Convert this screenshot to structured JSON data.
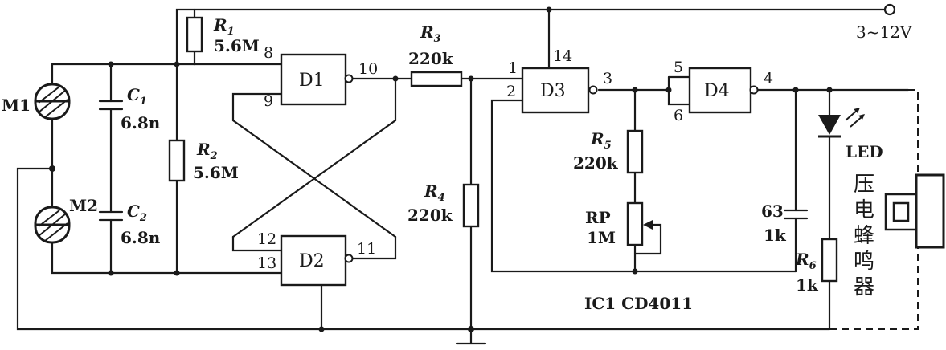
{
  "supply": {
    "label": "3~12V"
  },
  "ic_label": "IC1 CD4011",
  "gates": {
    "d1": "D1",
    "d2": "D2",
    "d3": "D3",
    "d4": "D4"
  },
  "pins": {
    "d1_in_a": "8",
    "d1_in_b": "9",
    "d1_out": "10",
    "d2_in_a": "12",
    "d2_in_b": "13",
    "d2_out": "11",
    "d3_in_a": "1",
    "d3_in_b": "2",
    "d3_out": "3",
    "d3_vdd": "14",
    "d4_in_a": "5",
    "d4_in_b": "6",
    "d4_out": "4"
  },
  "components": {
    "r1_letter": "R",
    "r1_sub": "1",
    "r1_value": "5.6M",
    "r2_letter": "R",
    "r2_sub": "2",
    "r2_value": "5.6M",
    "r3_letter": "R",
    "r3_sub": "3",
    "r3_value": "220k",
    "r4_letter": "R",
    "r4_sub": "4",
    "r4_value": "220k",
    "r5_letter": "R",
    "r5_sub": "5",
    "r5_value": "220k",
    "r6_letter": "R",
    "r6_sub": "6",
    "r6_value": "1k",
    "c1_letter": "C",
    "c1_sub": "1",
    "c1_value": "6.8n",
    "c2_letter": "C",
    "c2_sub": "2",
    "c2_value": "6.8n",
    "c3_value": "63",
    "c3_value2": "1k",
    "rp_label": "RP",
    "rp_value": "1M",
    "m1": "M1",
    "m2": "M2",
    "led": "LED",
    "buzzer": [
      "压",
      "电",
      "蜂",
      "鸣",
      "器"
    ]
  }
}
